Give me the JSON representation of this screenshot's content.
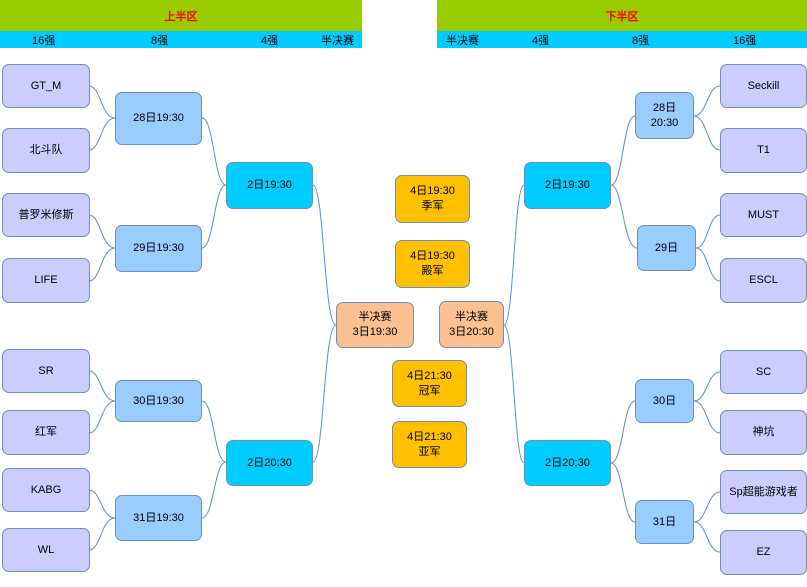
{
  "header": {
    "upper_title": "上半区",
    "lower_title": "下半区",
    "upper_rounds": [
      "16强",
      "8强",
      "4强",
      "半决赛"
    ],
    "lower_rounds": [
      "半决赛",
      "4强",
      "8强",
      "16强"
    ]
  },
  "upper": {
    "teams": [
      "GT_M",
      "北斗队",
      "普罗米修斯",
      "LIFE",
      "SR",
      "红军",
      "KABG",
      "WL"
    ],
    "r8": [
      "28日19:30",
      "29日19:30",
      "30日19:30",
      "31日19:30"
    ],
    "r4": [
      "2日19:30",
      "2日20:30"
    ],
    "semi": {
      "line1": "半决赛",
      "line2": "3日19:30"
    }
  },
  "lower": {
    "teams": [
      "Seckill",
      "T1",
      "MUST",
      "ESCL",
      "SC",
      "神坑",
      "Sp超能游戏者",
      "EZ"
    ],
    "r8": [
      {
        "line1": "28日",
        "line2": "20:30"
      },
      {
        "line1": "29日"
      },
      {
        "line1": "30日"
      },
      {
        "line1": "31日"
      }
    ],
    "r4": [
      "2日19:30",
      "2日20:30"
    ],
    "semi": {
      "line1": "半决赛",
      "line2": "3日20:30"
    }
  },
  "center": {
    "third_place": {
      "line1": "4日19:30",
      "line2": "季军"
    },
    "fourth_place": {
      "line1": "4日19:30",
      "line2": "殿军"
    },
    "champion": {
      "line1": "4日21:30",
      "line2": "冠军"
    },
    "runner_up": {
      "line1": "4日21:30",
      "line2": "亚军"
    }
  },
  "colors": {
    "header_green": "#99cc00",
    "header_text": "#ff0000",
    "header_bar": "#00ccff",
    "team_box": "#ccccff",
    "round8_box": "#99ccff",
    "round4_box": "#00ccff",
    "semi_box": "#fac090",
    "final_box": "#ffc000",
    "connector": "#5b8fc5"
  }
}
